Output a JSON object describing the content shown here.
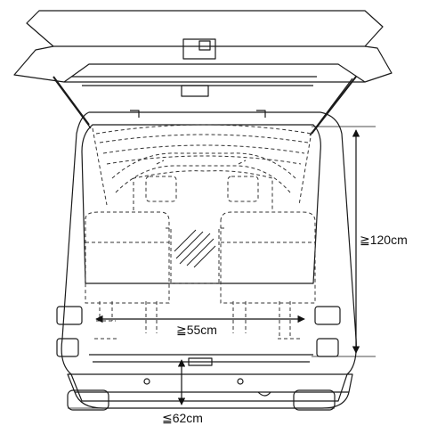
{
  "diagram": {
    "labels": {
      "height": "≧120cm",
      "width": "≧55cm",
      "sill": "≦62cm"
    },
    "colors": {
      "line": "#1a1a1a",
      "dash": "#333333",
      "background": "#ffffff"
    }
  }
}
